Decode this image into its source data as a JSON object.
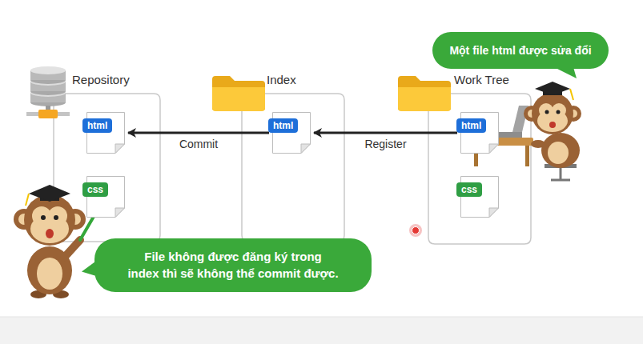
{
  "diagram": {
    "nodes": [
      {
        "text": [
          "Repository"
        ]
      },
      {
        "text": [
          "html"
        ],
        "in": 0
      },
      {
        "text": [
          "css"
        ],
        "in": 0
      },
      {
        "text": [
          "Index"
        ]
      },
      {
        "text": [
          "html"
        ],
        "in": 3
      },
      {
        "text": [
          "Work Tree"
        ]
      },
      {
        "text": [
          "html"
        ],
        "in": 5
      },
      {
        "text": [
          "css"
        ],
        "in": 5
      },
      {
        "text": [
          "Một file html được sửa đổi"
        ]
      },
      {
        "text": [
          "File không được đăng ký trong index thì sẽ không thể commit được."
        ]
      }
    ],
    "edges": [
      {
        "from": 4,
        "to": 1,
        "arrow": "to",
        "label": "Commit"
      },
      {
        "from": 6,
        "to": 4,
        "arrow": "to",
        "label": "Register"
      }
    ]
  }
}
